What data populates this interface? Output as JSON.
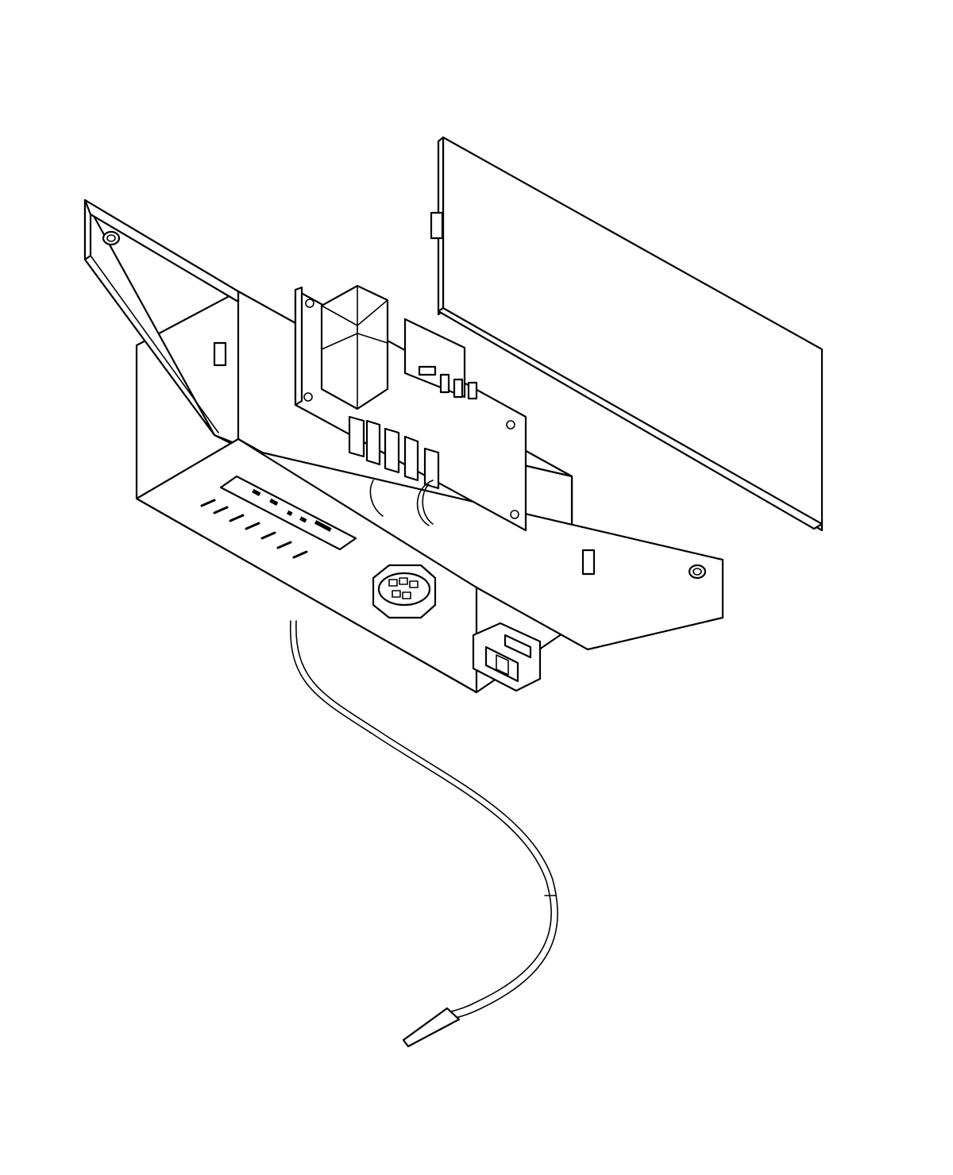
{
  "drawing": {
    "line_color": "#000000",
    "background": "#ffffff",
    "style": "isometric line drawing, no text labels"
  },
  "parts": [
    {
      "id": "mounting-bracket",
      "kind": "angled sheet-metal bracket with screw holes"
    },
    {
      "id": "housing-box",
      "kind": "open control box housing"
    },
    {
      "id": "cover-panel",
      "kind": "rectangular cover plate"
    },
    {
      "id": "relay",
      "kind": "cube relay on small board"
    },
    {
      "id": "circuit-board",
      "kind": "control board with spade terminals"
    },
    {
      "id": "led-indicator-strip",
      "kind": "indicator label with slot lights"
    },
    {
      "id": "round-connector",
      "kind": "round multi-pin socket"
    },
    {
      "id": "square-connector",
      "kind": "rectangular plug socket"
    },
    {
      "id": "temperature-probe",
      "kind": "sensor cable with pointed tip"
    }
  ]
}
